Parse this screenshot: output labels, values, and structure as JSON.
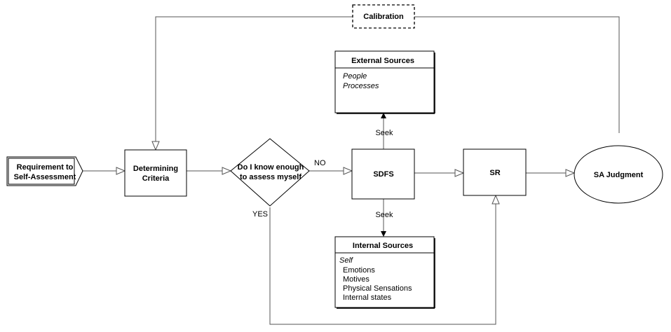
{
  "nodes": {
    "requirement": {
      "line1": "Requirement to",
      "line2": "Self-Assessment"
    },
    "determining": {
      "line1": "Determining",
      "line2": "Criteria"
    },
    "decision": {
      "line1": "Do I know enough",
      "line2": "to assess myself"
    },
    "sdfs": {
      "label": "SDFS"
    },
    "sr": {
      "label": "SR"
    },
    "sa_judgment": {
      "label": "SA Judgment"
    },
    "calibration": {
      "label": "Calibration"
    },
    "external": {
      "title": "External Sources",
      "items": [
        "People",
        "Processes"
      ]
    },
    "internal": {
      "title": "Internal Sources",
      "heading": "Self",
      "items": [
        "Emotions",
        "Motives",
        "Physical Sensations",
        "Internal states"
      ]
    }
  },
  "edges": {
    "no": "NO",
    "yes": "YES",
    "seek_up": "Seek",
    "seek_down": "Seek"
  }
}
